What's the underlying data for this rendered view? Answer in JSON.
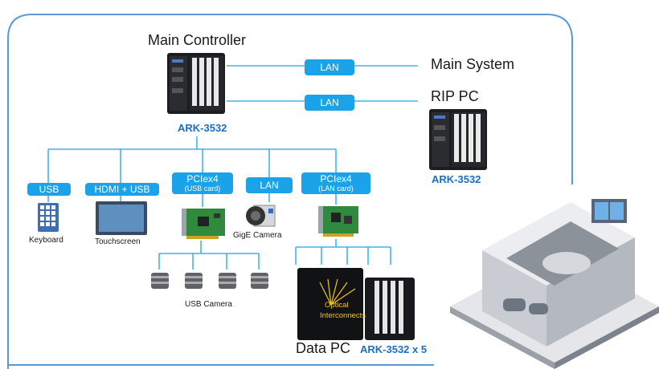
{
  "main_controller": {
    "title": "Main Controller",
    "model": "ARK-3532"
  },
  "lan_links": [
    {
      "label": "LAN",
      "target": "Main System"
    },
    {
      "label": "LAN",
      "target": "RIP PC"
    }
  ],
  "rip_pc": {
    "model": "ARK-3532"
  },
  "interfaces": [
    {
      "label": "USB",
      "sub": "",
      "device": "Keyboard"
    },
    {
      "label": "HDMI + USB",
      "sub": "",
      "device": "Touchscreen"
    },
    {
      "label": "PCIex4",
      "sub": "(USB card)",
      "device": ""
    },
    {
      "label": "LAN",
      "sub": "",
      "device": "GigE Camera"
    },
    {
      "label": "PCIex4",
      "sub": "(LAN card)",
      "device": ""
    }
  ],
  "usb_camera": {
    "label": "USB Camera"
  },
  "data_pc": {
    "title": "Data PC",
    "model": "ARK-3532 x 5",
    "overlay_line1": "Optical",
    "overlay_line2": "Interconnects"
  },
  "colors": {
    "accent": "#1aa3e8",
    "frame": "#5b9bd5",
    "model_text": "#1b6ec2"
  }
}
